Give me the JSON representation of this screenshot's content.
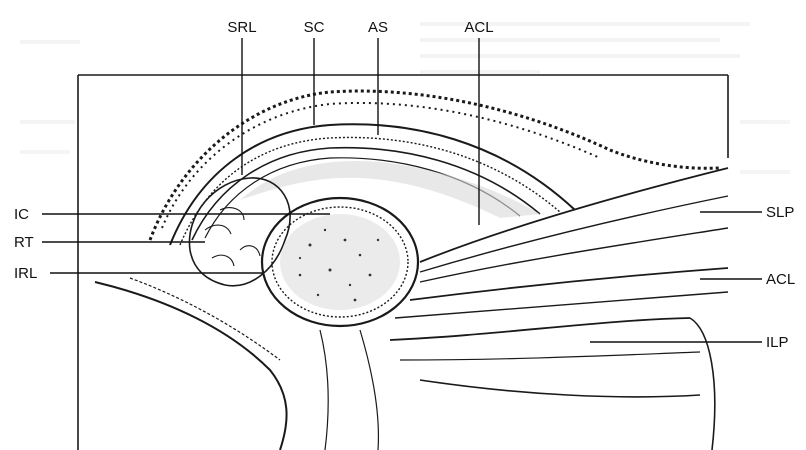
{
  "labels": {
    "top": {
      "srl": "SRL",
      "sc": "SC",
      "as": "AS",
      "acl": "ACL"
    },
    "left": {
      "ic": "IC",
      "rt": "RT",
      "irl": "IRL"
    },
    "right": {
      "slp": "SLP",
      "acl": "ACL",
      "ilp": "ILP"
    }
  }
}
